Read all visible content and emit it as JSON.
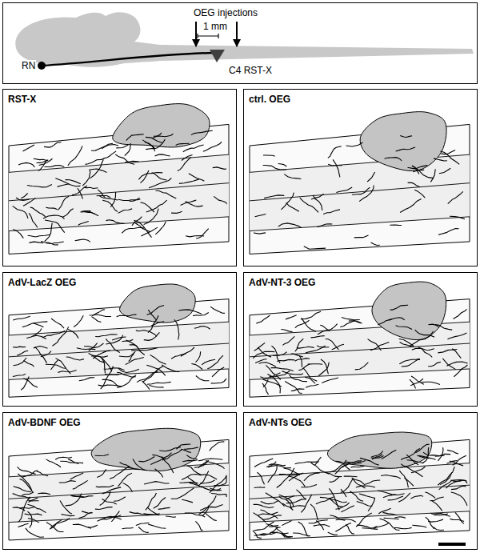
{
  "diagram": {
    "nodes": [
      {
        "text": [
          "OEG injections",
          "1 mm",
          "RN",
          "C4 RST-X"
        ]
      },
      {
        "text": [
          "RST-X"
        ]
      },
      {
        "text": [
          "ctrl. OEG"
        ]
      },
      {
        "text": [
          "AdV-LacZ OEG"
        ]
      },
      {
        "text": [
          "AdV-NT-3 OEG"
        ]
      },
      {
        "text": [
          "AdV-BDNF OEG"
        ]
      },
      {
        "text": [
          "AdV-NTs OEG"
        ]
      }
    ]
  }
}
